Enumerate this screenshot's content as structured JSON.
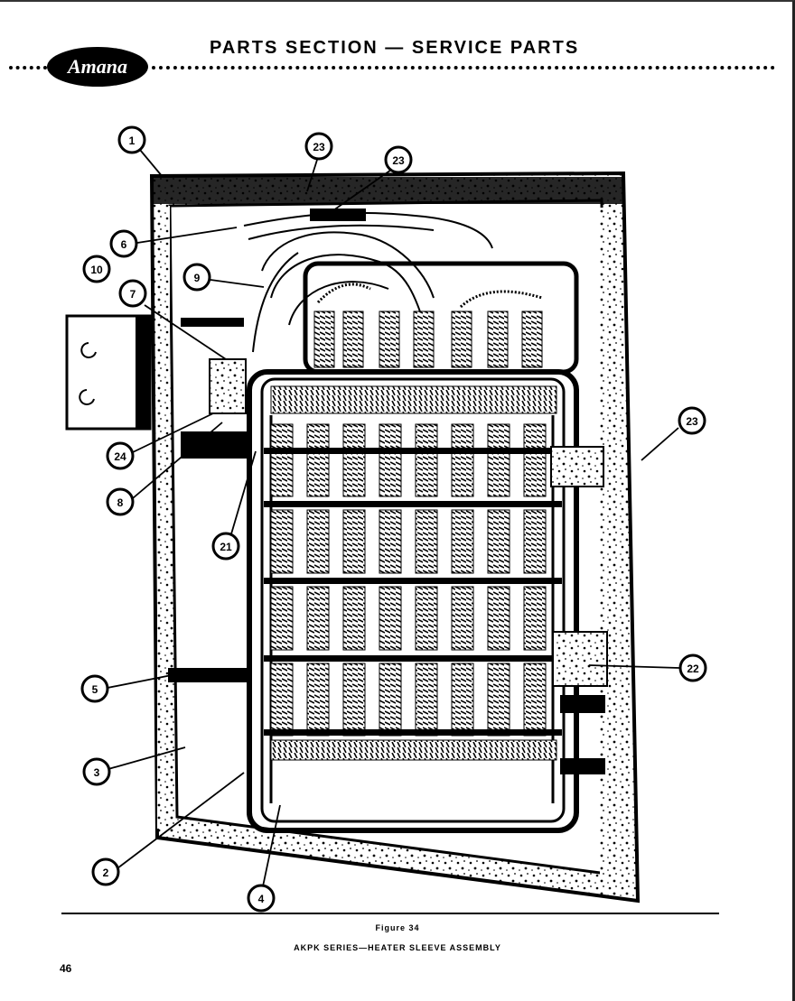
{
  "header": {
    "brand": "Amana",
    "title": "PARTS SECTION — SERVICE PARTS"
  },
  "callouts": {
    "c1": "1",
    "c23a": "23",
    "c23b": "23",
    "c6": "6",
    "c9": "9",
    "c10": "10",
    "c7": "7",
    "c24": "24",
    "c8": "8",
    "c21": "21",
    "c23c": "23",
    "c22": "22",
    "c5": "5",
    "c3": "3",
    "c2": "2",
    "c4": "4"
  },
  "figure": {
    "label": "Figure 34",
    "caption": "AKPK SERIES—HEATER SLEEVE ASSEMBLY"
  },
  "page_number": "46"
}
